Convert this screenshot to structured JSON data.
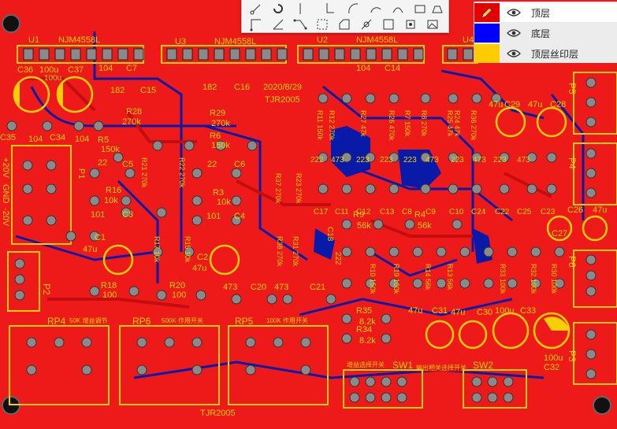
{
  "board": {
    "colors": {
      "top_copper": "#ee1a1a",
      "bottom_copper": "#0a1aa8",
      "silk": "#f4d000",
      "pad": "#8a8a8a"
    },
    "chip_labels": [
      "U1",
      "NJM4558L",
      "U3",
      "NJM4558L",
      "U2",
      "NJM4558L",
      "U4"
    ],
    "date_text": "2020/8/29",
    "author_text": "TJR2005",
    "author_bottom": "TJR2005",
    "rows": {
      "r1": [
        "C36",
        "100u",
        "C37",
        "100u",
        "104",
        "C7",
        "182",
        "C15",
        "182",
        "C16",
        "104",
        "C14",
        "C27"
      ],
      "r2": [
        "R28",
        "270k",
        "R29",
        "270k",
        "R6",
        "150k",
        "R5",
        "150k",
        "C35",
        "104",
        "C34",
        "104",
        "22",
        "C5",
        "22",
        "C6",
        "P1"
      ],
      "r3": [
        "R16",
        "10k",
        "R3",
        "10k",
        "101",
        "C3",
        "101",
        "C4",
        "C1",
        "47u",
        "C2",
        "47u"
      ],
      "r4": [
        "R18",
        "100",
        "R20",
        "100",
        "473",
        "C20",
        "473",
        "C21"
      ],
      "r5": [
        "RP4",
        "RP6",
        "RP5",
        "SW1",
        "SW2"
      ],
      "r6": [
        "R9",
        "56k",
        "R4",
        "56k",
        "R35",
        "8.2k",
        "R34",
        "8.2k"
      ],
      "r7": [
        "47u",
        "C31",
        "47u",
        "C30",
        "100u",
        "C33",
        "100u",
        "C32"
      ],
      "r8": [
        "47u",
        "C29",
        "47u",
        "C28",
        "C26",
        "47u",
        "P4",
        "P5",
        "P6",
        "P3",
        "P2"
      ],
      "r9": [
        "222",
        "473",
        "223",
        "223",
        "223",
        "473",
        "223",
        "473",
        "223",
        "473"
      ],
      "r10": [
        "C17",
        "C11",
        "C12",
        "C13",
        "C8",
        "C9",
        "C10",
        "C24",
        "C22",
        "C25",
        "C23"
      ],
      "power": [
        "+20V",
        "GND",
        "-20V"
      ],
      "vertical_resistors": [
        "R11 150k",
        "R12 270k",
        "R27 47k",
        "R26 470k",
        "R7 150k",
        "R8 270k",
        "R25 47k",
        "R36 270k",
        "R24 47k",
        "R21 270k",
        "R22 270k",
        "R23 270k",
        "R17 10k",
        "R15 10k",
        "R38 270k",
        "R31 270k",
        "R37 270k",
        "R14 56k",
        "R13 56k",
        "R10 150k",
        "R33 100k",
        "R19 100k",
        "R32 100k",
        "R30 100k"
      ],
      "misc": [
        "C18",
        "222"
      ]
    },
    "chinese_labels": [
      "50K 增益调节",
      "500K 作用开关",
      "100K 作用开关",
      "增益选择开关",
      "输出相关选择开关"
    ]
  },
  "toolbar": {
    "tools": [
      "select-tool",
      "rotate-tool",
      "line-tool",
      "wire-tool",
      "arc-tool",
      "arc2-tool",
      "pen-tool",
      "dimension-tool",
      "corner-tool",
      "angle-tool",
      "track-tool",
      "rect-select-tool",
      "polygon-tool",
      "via-tool",
      "box-tool",
      "image-tool",
      "pour-tool"
    ]
  },
  "layers": {
    "items": [
      {
        "label": "顶层",
        "color": "#e50000"
      },
      {
        "label": "底层",
        "color": "#0000ff"
      },
      {
        "label": "顶层丝印层",
        "color": "#ffcc00"
      }
    ]
  }
}
